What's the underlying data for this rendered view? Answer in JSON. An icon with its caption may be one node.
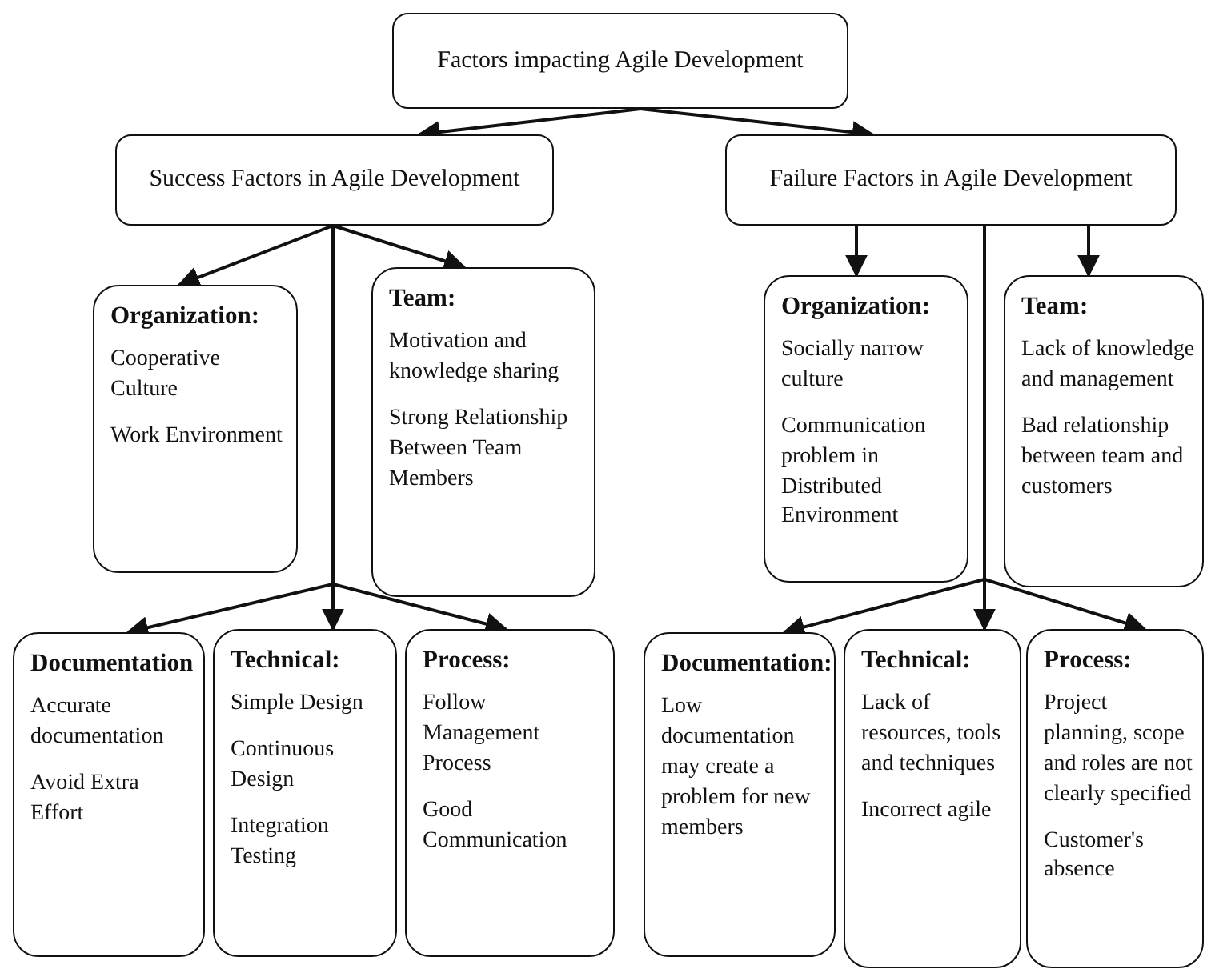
{
  "diagram": {
    "nodes": [
      {
        "text": [
          "Factors impacting Agile Development"
        ]
      },
      {
        "text": [
          "Success Factors in Agile Development"
        ]
      },
      {
        "text": [
          "Failure Factors in Agile Development"
        ]
      },
      {
        "text": [
          "Organization:",
          "Cooperative Culture",
          "Work Environment"
        ]
      },
      {
        "text": [
          "Team:",
          "Motivation and knowledge sharing",
          "Strong Relationship Between Team Members"
        ]
      },
      {
        "text": [
          "Organization:",
          "Socially narrow culture",
          "Communication problem in Distributed Environment"
        ]
      },
      {
        "text": [
          "Team:",
          "Lack of knowledge and management",
          "Bad relationship between team and customers"
        ]
      },
      {
        "text": [
          "Documentation",
          "Accurate documentation",
          "Avoid Extra Effort"
        ]
      },
      {
        "text": [
          "Technical:",
          "Simple Design",
          "Continuous Design",
          "Integration Testing"
        ]
      },
      {
        "text": [
          "Process:",
          "Follow Management Process",
          "Good Communication"
        ]
      },
      {
        "text": [
          "Documentation:",
          "Low documentation may create a problem for new members"
        ]
      },
      {
        "text": [
          "Technical:",
          "Lack of resources, tools and techniques",
          "Incorrect agile"
        ]
      },
      {
        "text": [
          "Process:",
          "Project planning, scope and roles are not clearly specified",
          "Customer's absence"
        ]
      }
    ],
    "edges": [
      {
        "from": 0,
        "to": 1,
        "arrow": "to"
      },
      {
        "from": 0,
        "to": 2,
        "arrow": "to"
      },
      {
        "from": 1,
        "to": 3,
        "arrow": "to"
      },
      {
        "from": 1,
        "to": 4,
        "arrow": "to"
      },
      {
        "from": 1,
        "to": 7,
        "arrow": "to"
      },
      {
        "from": 1,
        "to": 8,
        "arrow": "to"
      },
      {
        "from": 1,
        "to": 9,
        "arrow": "to"
      },
      {
        "from": 2,
        "to": 5,
        "arrow": "to"
      },
      {
        "from": 2,
        "to": 6,
        "arrow": "to"
      },
      {
        "from": 2,
        "to": 10,
        "arrow": "to"
      },
      {
        "from": 2,
        "to": 11,
        "arrow": "to"
      },
      {
        "from": 2,
        "to": 12,
        "arrow": "to"
      }
    ]
  }
}
